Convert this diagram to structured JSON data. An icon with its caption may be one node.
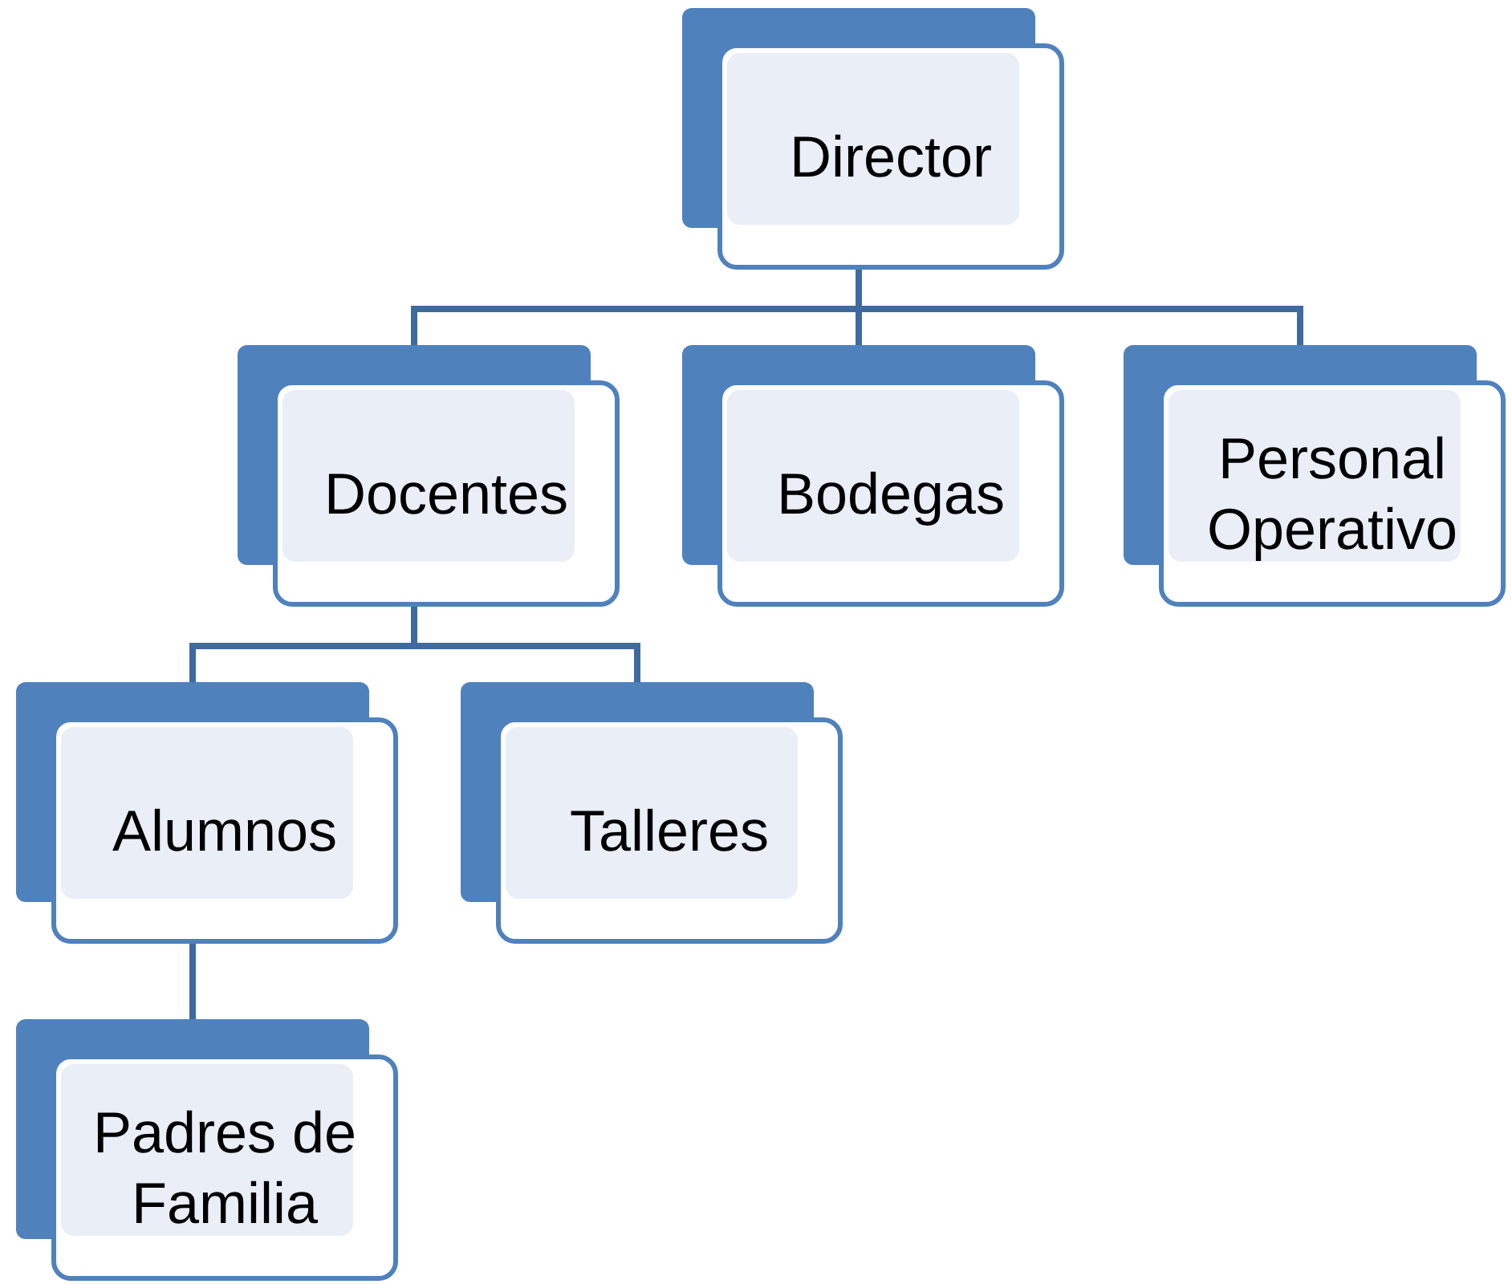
{
  "diagram": {
    "nodes": [
      {
        "text": [
          "Director"
        ]
      },
      {
        "text": [
          "Docentes"
        ]
      },
      {
        "text": [
          "Bodegas"
        ]
      },
      {
        "text": [
          "Personal Operativo"
        ]
      },
      {
        "text": [
          "Alumnos"
        ]
      },
      {
        "text": [
          "Talleres"
        ]
      },
      {
        "text": [
          "Padres de Familia"
        ]
      }
    ],
    "edges": [
      {
        "from": 0,
        "to": 1,
        "arrow": "none"
      },
      {
        "from": 0,
        "to": 2,
        "arrow": "none"
      },
      {
        "from": 0,
        "to": 3,
        "arrow": "none"
      },
      {
        "from": 1,
        "to": 4,
        "arrow": "none"
      },
      {
        "from": 1,
        "to": 5,
        "arrow": "none"
      },
      {
        "from": 4,
        "to": 6,
        "arrow": "none"
      }
    ]
  }
}
